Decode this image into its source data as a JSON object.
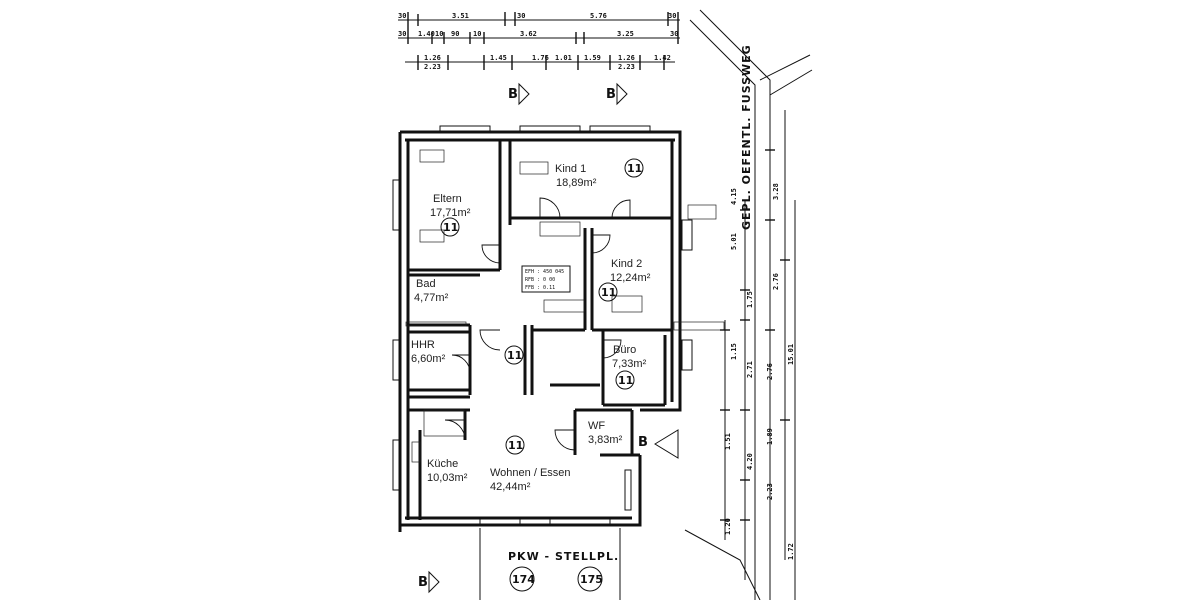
{
  "rooms": [
    {
      "id": "kind1",
      "name": "Kind 1",
      "area": "18,89m²",
      "marker": "11"
    },
    {
      "id": "eltern",
      "name": "Eltern",
      "area": "17,71m²",
      "marker": "11"
    },
    {
      "id": "kind2",
      "name": "Kind 2",
      "area": "12,24m²",
      "marker": "11"
    },
    {
      "id": "bad",
      "name": "Bad",
      "area": "4,77m²"
    },
    {
      "id": "hhr",
      "name": "HHR",
      "area": "6,60m²",
      "marker": "11"
    },
    {
      "id": "buero",
      "name": "Büro",
      "area": "7,33m²",
      "marker": "11"
    },
    {
      "id": "wf",
      "name": "WF",
      "area": "3,83m²"
    },
    {
      "id": "kueche",
      "name": "Küche",
      "area": "10,03m²"
    },
    {
      "id": "wohnen",
      "name": "Wohnen / Essen",
      "area": "42,44m²",
      "marker": "11"
    }
  ],
  "dimensions_top_row1": [
    "30",
    "3.51",
    "30",
    "5.76",
    "30"
  ],
  "dimensions_top_row2": [
    "30",
    "1.40",
    "10",
    "90",
    "10",
    "3.62",
    "3.25",
    "30"
  ],
  "dimensions_top_row3": [
    "1.26",
    "2.23",
    "1.45",
    "1.76",
    "1.01",
    "1.59",
    "1.26",
    "2.23",
    "1.42"
  ],
  "dimensions_right": [
    "4.15",
    "5.01",
    "3.28",
    "2.76",
    "1.75",
    "1.15",
    "2.71",
    "2.76",
    "15.01",
    "1.51",
    "1.89",
    "4.20",
    "2.23",
    "1.20",
    "1.72"
  ],
  "street_label": "GEPL. OEFENTL. FUSSWEG",
  "parking": {
    "label": "PKW - STELLPL.",
    "spaces": [
      "174",
      "175"
    ]
  },
  "section_marks": [
    "B",
    "B",
    "B"
  ],
  "floor_levels": [
    "EFH : 450 045",
    "RFB : 0 00",
    "FFB : 0.11"
  ]
}
